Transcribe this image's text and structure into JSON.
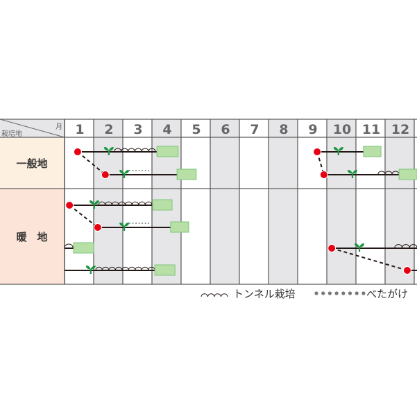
{
  "chart_data": {
    "type": "gantt",
    "title": "",
    "corner": {
      "month_label": "月",
      "region_label": "栽培地"
    },
    "months": [
      "1",
      "2",
      "3",
      "4",
      "5",
      "6",
      "7",
      "8",
      "9",
      "10",
      "11",
      "12"
    ],
    "shaded_months": [
      2,
      4,
      6,
      8,
      10,
      12
    ],
    "regions": [
      {
        "name": "一般地",
        "lanes": 2,
        "schedules": [
          {
            "lane": 0,
            "sow": 0.45,
            "line_start": 0.45,
            "line_end": 3.17,
            "sprout": 1.52,
            "tunnel": [
              1.71,
              3.12
            ],
            "betagake": null,
            "harvest": [
              3.17,
              3.9
            ]
          },
          {
            "lane": 1,
            "sow": 1.4,
            "line_start": 1.4,
            "line_end": 3.86,
            "sprout": 2.05,
            "tunnel": null,
            "betagake": [
              2.24,
              2.93
            ],
            "harvest": [
              3.86,
              4.52
            ]
          },
          {
            "lane": 0,
            "sow": 8.67,
            "line_start": 8.67,
            "line_end": 10.26,
            "sprout": 9.4,
            "tunnel": null,
            "betagake": null,
            "harvest": [
              10.26,
              10.86
            ]
          },
          {
            "lane": 1,
            "sow": 8.9,
            "line_start": 8.9,
            "line_end": 11.48,
            "sprout": 9.88,
            "tunnel": [
              10.76,
              11.48
            ],
            "betagake": null,
            "harvest": [
              11.48,
              12.1
            ]
          }
        ],
        "connectors": [
          {
            "from": [
              0.45,
              0
            ],
            "to": [
              1.4,
              1
            ]
          },
          {
            "from": [
              8.67,
              0
            ],
            "to": [
              8.9,
              1
            ]
          }
        ]
      },
      {
        "name": "暖　地",
        "lanes": 4,
        "schedules": [
          {
            "lane": 0,
            "sow": 0.17,
            "line_start": 0.17,
            "line_end": 3.02,
            "sprout": 1.02,
            "tunnel": [
              1.17,
              3.0
            ],
            "betagake": null,
            "harvest": [
              3.02,
              3.69
            ]
          },
          {
            "lane": 1,
            "sow": 1.14,
            "line_start": 1.14,
            "line_end": 3.64,
            "sprout": 2.05,
            "tunnel": null,
            "betagake": [
              2.24,
              2.98
            ],
            "harvest": [
              3.64,
              4.26
            ]
          },
          {
            "lane": 2,
            "sow": null,
            "line_start": 0.0,
            "line_end": 0.31,
            "sprout": null,
            "tunnel": [
              0.0,
              0.29
            ],
            "betagake": null,
            "harvest": [
              0.31,
              1.0
            ]
          },
          {
            "lane": 3,
            "sow": null,
            "line_start": 0.0,
            "line_end": 3.1,
            "sprout": 0.9,
            "tunnel": [
              1.07,
              3.1
            ],
            "betagake": null,
            "harvest": [
              3.1,
              3.79
            ]
          },
          {
            "lane": 2,
            "sow": 9.17,
            "line_start": 9.17,
            "line_end": 12.1,
            "sprout": 10.12,
            "tunnel": [
              11.33,
              12.1
            ],
            "betagake": null,
            "harvest": null
          },
          {
            "lane": 3,
            "sow": 11.76,
            "line_start": 11.76,
            "line_end": 12.1,
            "sprout": null,
            "tunnel": null,
            "betagake": null,
            "harvest": null
          }
        ],
        "connectors": [
          {
            "from": [
              0.17,
              0
            ],
            "to": [
              1.14,
              1
            ]
          },
          {
            "from": [
              9.17,
              2
            ],
            "to": [
              11.76,
              3
            ]
          }
        ]
      }
    ],
    "legend": [
      {
        "symbol": "tunnel",
        "label": "トンネル栽培"
      },
      {
        "symbol": "dots",
        "label": "べたがけ"
      }
    ],
    "colors": {
      "sow_dot": "#e60012",
      "sprout": "#1a9641",
      "harvest_fill": "#b7dfa6",
      "harvest_stroke": "#7fc47a",
      "line": "#231815",
      "shade": "#e6e6e8",
      "grid": "#555555",
      "region1_bg": "#fdf0e0",
      "region2_bg": "#fce4d8",
      "header_bg": "#e6e6e8"
    }
  }
}
